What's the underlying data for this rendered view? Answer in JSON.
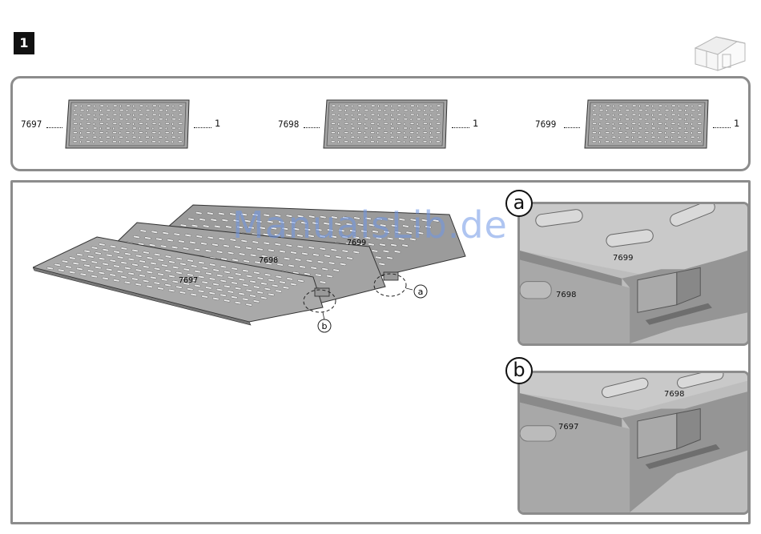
{
  "step": {
    "number": "1"
  },
  "shed_icon": "shed-icon",
  "parts": [
    {
      "code": "7697",
      "qty": "1"
    },
    {
      "code": "7698",
      "qty": "1"
    },
    {
      "code": "7699",
      "qty": "1"
    }
  ],
  "assembly": {
    "labels": {
      "p7697": "7697",
      "p7698": "7698",
      "p7699": "7699"
    },
    "callouts": {
      "a": "a",
      "b": "b"
    }
  },
  "detail_a": {
    "callout": "a",
    "upper": "7699",
    "lower": "7698"
  },
  "detail_b": {
    "callout": "b",
    "upper": "7698",
    "lower": "7697"
  },
  "watermark": "ManualsLib.de",
  "colors": {
    "frame": "#8c8c8c",
    "panel": "#a6a6a6",
    "slot": "#f2f2f2",
    "badge": "#111111",
    "watermark": "#6e96e6"
  }
}
